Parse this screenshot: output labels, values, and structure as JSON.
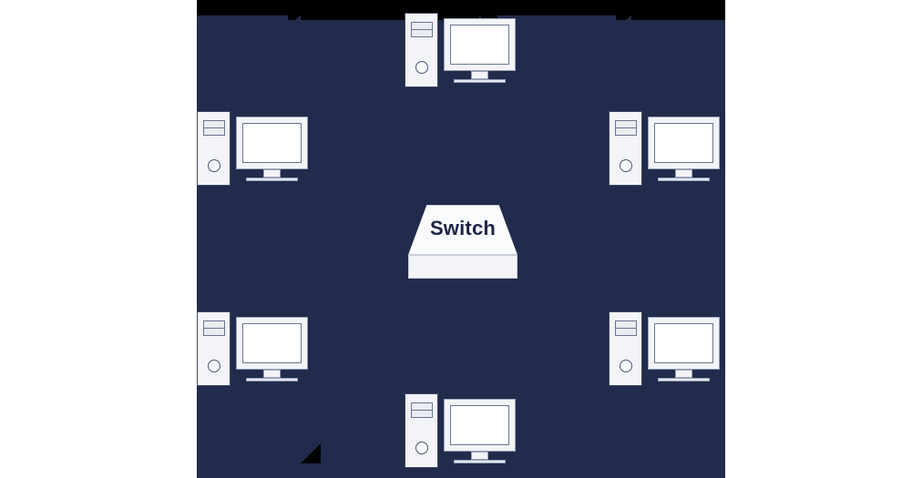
{
  "diagram": {
    "title": "Star network topology with central switch",
    "type": "network-topology",
    "background_color": "#212b4c",
    "device_fill": "#f2f4f8",
    "device_stroke": "#6a7490",
    "accent_color": "#000000",
    "label_color": "#1d2545"
  },
  "switch": {
    "label": "Switch",
    "shape": "trapezoid-with-base"
  },
  "nodes": [
    {
      "id": "pc-top",
      "label": "",
      "position": "top-center",
      "icon": "desktop-computer-icon"
    },
    {
      "id": "pc-left-upper",
      "label": "",
      "position": "left-upper",
      "icon": "desktop-computer-icon"
    },
    {
      "id": "pc-right-upper",
      "label": "",
      "position": "right-upper",
      "icon": "desktop-computer-icon"
    },
    {
      "id": "pc-left-lower",
      "label": "",
      "position": "left-lower",
      "icon": "desktop-computer-icon"
    },
    {
      "id": "pc-right-lower",
      "label": "",
      "position": "right-lower",
      "icon": "desktop-computer-icon"
    },
    {
      "id": "pc-bottom",
      "label": "",
      "position": "bottom-center",
      "icon": "desktop-computer-icon"
    }
  ]
}
